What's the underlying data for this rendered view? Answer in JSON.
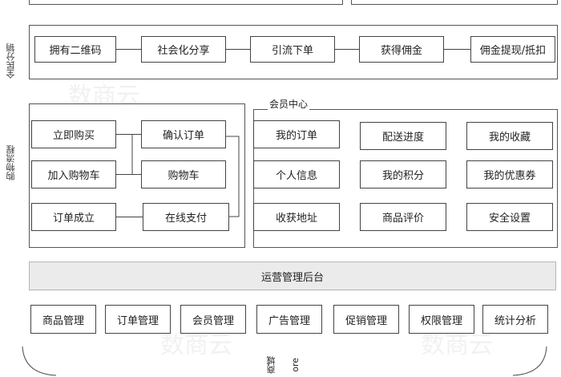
{
  "distribution": {
    "label": "全民分销",
    "steps": [
      "拥有二维码",
      "社会化分享",
      "引流下单",
      "获得佣金",
      "佣金提现/抵扣"
    ]
  },
  "shopping": {
    "label": "购物流程",
    "left_col": [
      "立即购买",
      "加入购物车",
      "订单成立"
    ],
    "right_col": [
      "确认订单",
      "购物车",
      "在线支付"
    ]
  },
  "member_center": {
    "title": "会员中心",
    "items": [
      [
        "我的订单",
        "配送进度",
        "我的收藏"
      ],
      [
        "个人信息",
        "我的积分",
        "我的优惠券"
      ],
      [
        "收获地址",
        "商品评价",
        "安全设置"
      ]
    ]
  },
  "backend": {
    "title": "运营管理后台",
    "modules": [
      "商品管理",
      "订单管理",
      "会员管理",
      "广告管理",
      "促销管理",
      "权限管理",
      "统计分析"
    ]
  },
  "bottom_label": {
    "left": "商城",
    "right": "ore"
  },
  "watermark": "数商云",
  "colors": {
    "border": "#444444",
    "backend_bar": "#ebebeb"
  }
}
